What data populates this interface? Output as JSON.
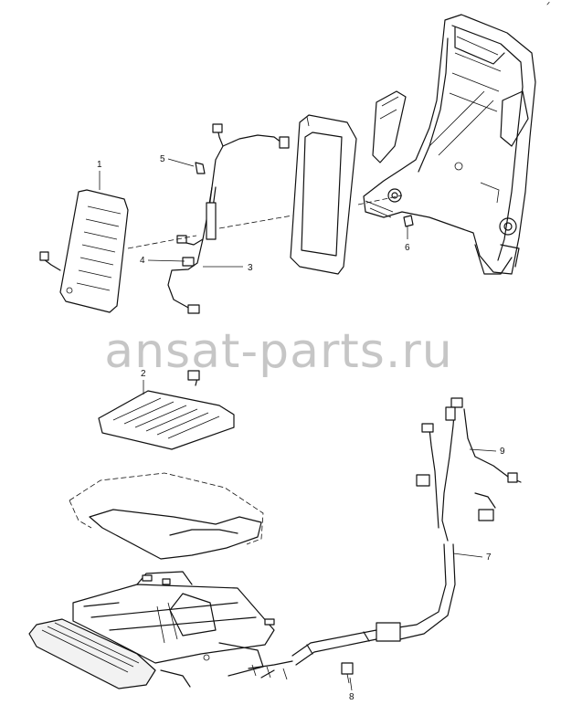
{
  "corner_mark": "ᐟ",
  "watermark": "ansat-parts.ru",
  "callouts": [
    {
      "id": "1",
      "label": "1"
    },
    {
      "id": "2",
      "label": "2"
    },
    {
      "id": "3",
      "label": "3"
    },
    {
      "id": "4",
      "label": "4"
    },
    {
      "id": "5",
      "label": "5"
    },
    {
      "id": "6",
      "label": "6"
    },
    {
      "id": "7",
      "label": "7"
    },
    {
      "id": "8",
      "label": "8"
    },
    {
      "id": "9",
      "label": "9"
    }
  ]
}
